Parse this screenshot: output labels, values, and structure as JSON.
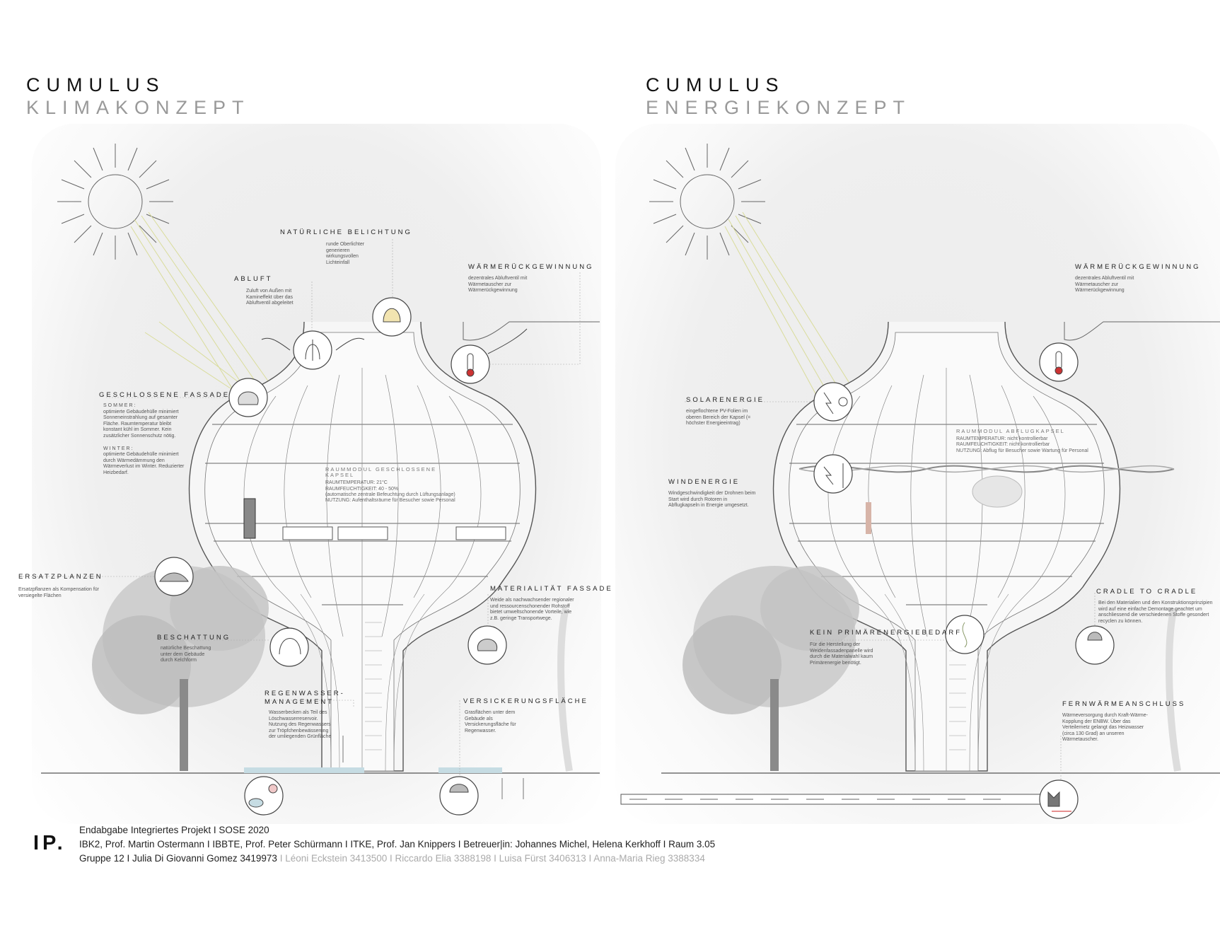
{
  "left_panel": {
    "title_line1": "CUMULUS",
    "title_line2": "KLIMAKONZEPT",
    "annotations": {
      "natuerliche_belichtung": {
        "label": "NATÜRLICHE BELICHTUNG",
        "text": "runde Oberlichter generieren wirkungsvollen Lichteinfall"
      },
      "abluft": {
        "label": "ABLUFT",
        "text": "Zuluft von Außen mit Kamineffekt über das Abluftventil abgeleitet"
      },
      "waermerueckgewinnung": {
        "label": "WÄRMERÜCKGEWINNUNG",
        "text": "dezentrales Abluftventil mit Wärmetauscher zur Wärmerückgewinnung"
      },
      "geschlossene_fassade": {
        "label": "GESCHLOSSENE FASSADE",
        "sommer_head": "SOMMER:",
        "sommer_text": "optimierte Gebäudehülle minimiert Sonneneinstrahlung auf gesamter Fläche. Raumtemperatur bleibt konstant kühl im Sommer. Kein zusätzlicher Sonnenschutz nötig.",
        "winter_head": "WINTER:",
        "winter_text": "optimierte Gebäudehülle minimiert durch Wärmedämmung den Wärmeverlust im Winter. Reduzierter Heizbedarf."
      },
      "ersatzplanzen": {
        "label": "ERSATZPLANZEN",
        "text": "Ersatzpflanzen als Kompensation für versiegelte Flächen"
      },
      "beschattung": {
        "label": "BESCHATTUNG",
        "text": "natürliche Beschattung unter dem Gebäude durch Kelchform"
      },
      "materialitaet": {
        "label": "MATERIALITÄT FASSADE",
        "text": "Weide als nachwachsender regionaler und ressourcenschonender Rohstoff bietet umweltschonende Vorteile, wie z.B. geringe Transportwege."
      },
      "regenwasser": {
        "label1": "REGENWASSER-",
        "label2": "MANAGEMENT",
        "text": "Wasserbecken als Teil des Löschwasserreservoir. Nutzung des Regenwassers zur Tröpfchenbewässerung der umliegenden Grünfläche"
      },
      "versickerung": {
        "label": "VERSICKERUNGSFLÄCHE",
        "text": "Grasflächen unter dem Gebäude als Versickerungsfläche für Regenwasser."
      }
    },
    "module": {
      "head": "RAUMMODUL GESCHLOSSENE KAPSEL",
      "line1": "RAUMTEMPERATUR:   21°C",
      "line2": "RAUMFEUCHTIGKEIT:   40 - 50%",
      "line3": "(automatische zentrale Befeuchtung durch Lüftungsanlage)",
      "line4": "NUTZUNG: Aufenthaltsräume für Besucher sowie Personal"
    }
  },
  "right_panel": {
    "title_line1": "CUMULUS",
    "title_line2": "ENERGIEKONZEPT",
    "annotations": {
      "waermerueckgewinnung": {
        "label": "WÄRMERÜCKGEWINNUNG",
        "text": "dezentrales Abluftventil mit Wärmetauscher zur Wärmerückgewinnung"
      },
      "solarenergie": {
        "label": "SOLARENERGIE",
        "text": "eingeflochtene PV-Folien im oberen Bereich der Kapsel (= höchster Energieeintrag)"
      },
      "windenergie": {
        "label": "WINDENERGIE",
        "text": "Windgeschwindigkeit der Drohnen beim Start wird durch Rotoren in Abflugkapseln in Energie umgesetzt."
      },
      "kein_primaer": {
        "label": "KEIN PRIMÄRENERGIEBEDARF",
        "text": "Für die Herstellung der Weidenfassadenpanelle wird durch die Materialwahl kaum Primärenergie benötigt."
      },
      "cradle": {
        "label": "CRADLE TO CRADLE",
        "text": "Bei den Materialien und den Konstruktionsprinzipien wird auf eine einfache Demontage geachtet um anschliessend die verschiedenen Stoffe gesondert recyclen zu können."
      },
      "fernwaerme": {
        "label": "FERNWÄRMEANSCHLUSS",
        "text": "Wärmeversorgung durch Kraft-Wärme-Kopplung der ENBW. Über das Verteilernetz gelangt das Heizwasser (circa 130 Grad) an unseren Wärmetauscher."
      }
    },
    "module": {
      "head": "RAUMMODUL ABFLUGKAPSEL",
      "line1": "RAUMTEMPERATUR:   nicht kontrollierbar",
      "line2": "RAUMFEUCHTIGKEIT:   nicht kontrollierbar",
      "line3": "NUTZUNG: Abflug für Besucher sowie Wartung für Personal"
    }
  },
  "footer": {
    "logo": "IP.",
    "line1": "Endabgabe  Integriertes Projekt  I  SOSE 2020",
    "line2": "IBK2, Prof. Martin Ostermann  I  IBBTE, Prof. Peter Schürmann  I  ITKE, Prof. Jan Knippers  I   Betreuer|in: Johannes Michel, Helena Kerkhoff  I  Raum 3.05",
    "line3_dark": "Gruppe 12 I  Julia Di Giovanni Gomez 3419973",
    "line3_grey": "I  Léoni Eckstein 3413500  I  Riccardo Elia 3388198  I  Luisa Fürst 3406313  I  Anna-Maria Rieg  3388334"
  },
  "colors": {
    "sun_rays": "#d9dc9a",
    "water": "#c6dce3",
    "line": "#555555",
    "accent_red": "#cc2222"
  }
}
